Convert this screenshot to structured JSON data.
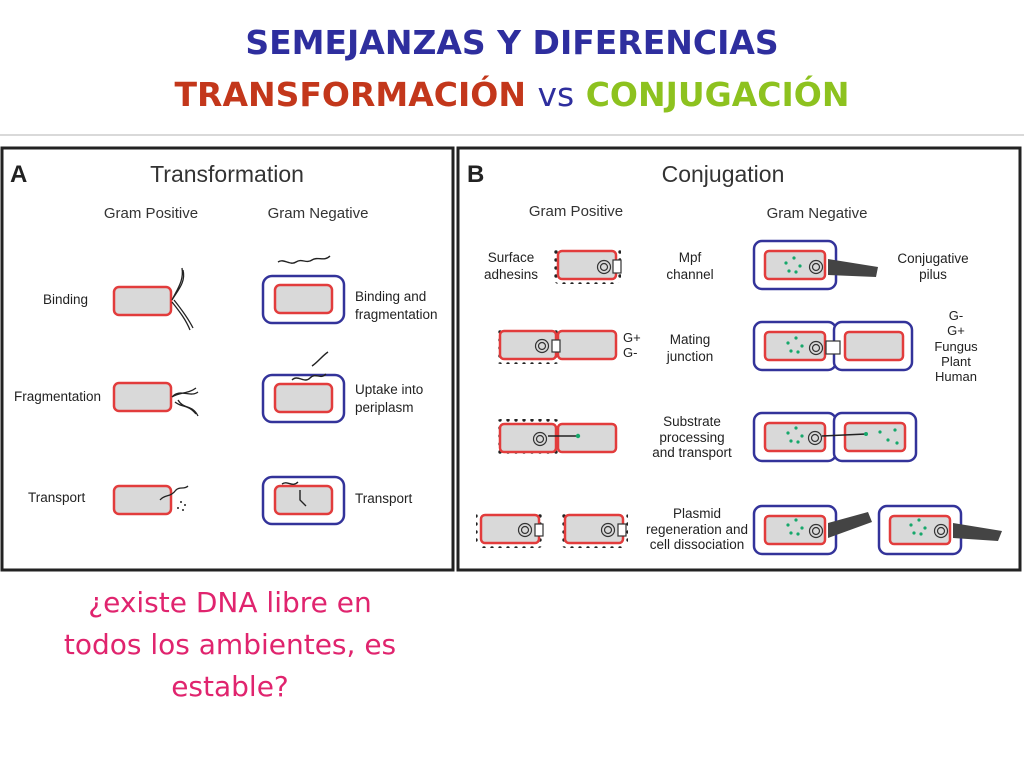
{
  "title": {
    "line1": "SEMEJANZAS Y DIFERENCIAS",
    "transformacion": "TRANSFORMACIÓN",
    "vs": "vs",
    "conjugacion": "CONJUGACIÓN"
  },
  "colors": {
    "title_blue": "#2e2e9e",
    "title_red": "#c3371b",
    "title_green": "#8dc21f",
    "question_pink": "#e0246e",
    "cell_inner": "#e23c3c",
    "cell_outer": "#33339a",
    "plasmid_dots": "#16a86b"
  },
  "panel_a": {
    "letter": "A",
    "heading": "Transformation",
    "col_positive": "Gram Positive",
    "col_negative": "Gram Negative",
    "rows": [
      {
        "left": "Binding",
        "right": [
          "Binding and",
          "fragmentation"
        ]
      },
      {
        "left": "Fragmentation",
        "right": [
          "Uptake into",
          "periplasm"
        ]
      },
      {
        "left": "Transport",
        "right": [
          "Transport"
        ]
      }
    ]
  },
  "panel_b": {
    "letter": "B",
    "heading": "Conjugation",
    "col_positive": "Gram Positive",
    "col_negative": "Gram Negative",
    "rows": [
      {
        "left": [
          "Surface",
          "adhesins"
        ],
        "mid": [
          "Mpf",
          "channel"
        ],
        "right": [
          "Conjugative",
          "pilus"
        ]
      },
      {
        "mid": [
          "Mating",
          "junction"
        ],
        "g_left": [
          "G+",
          "G-"
        ]
      },
      {
        "mid": [
          "Substrate",
          "processing",
          "and transport"
        ]
      },
      {
        "mid": [
          "Plasmid",
          "regeneration and",
          "cell dissociation"
        ]
      }
    ],
    "recipients": [
      "G-",
      "G+",
      "Fungus",
      "Plant",
      "Human"
    ]
  },
  "question": [
    "¿existe DNA libre en",
    "todos los ambientes, es",
    "estable?"
  ]
}
